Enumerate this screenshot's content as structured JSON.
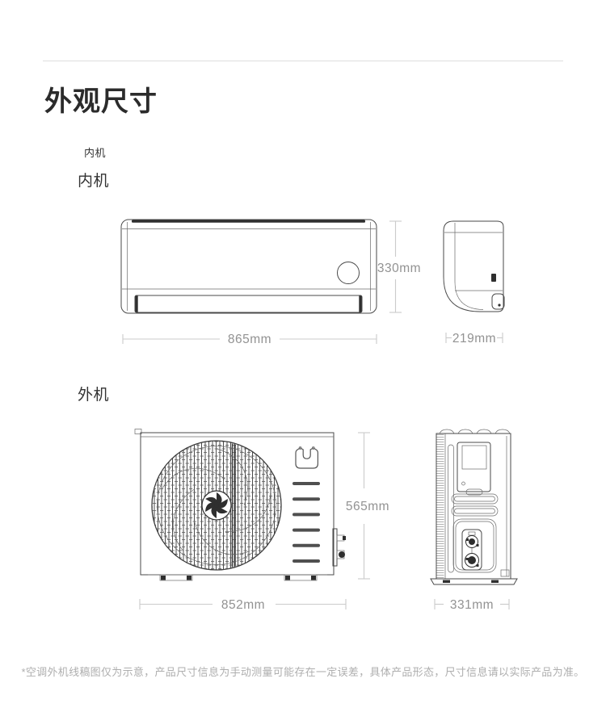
{
  "header": {
    "title": "外观尺寸"
  },
  "indoor_section": {
    "tab_label": "内机",
    "heading": "内机",
    "front_view": {
      "width_label": "865mm",
      "height_label": "330mm"
    },
    "side_view": {
      "depth_label": "219mm"
    }
  },
  "outdoor_section": {
    "heading": "外机",
    "logo_icon": "mijia-logo",
    "front_view": {
      "width_label": "852mm",
      "height_label": "565mm"
    },
    "side_view": {
      "depth_label": "331mm"
    }
  },
  "footnote": "*空调外机线稿图仅为示意，产品尺寸信息为手动测量可能存在一定误差，具体产品形态，尺寸信息请以实际产品为准。",
  "colors": {
    "background": "#ffffff",
    "divider": "#dedede",
    "title_text": "#2b2b2b",
    "label_text": "#333333",
    "line_art": "#4a4a4a",
    "dimension_line": "#cbcbcb",
    "dimension_text": "#929292",
    "footnote_text": "#aeaeae"
  }
}
